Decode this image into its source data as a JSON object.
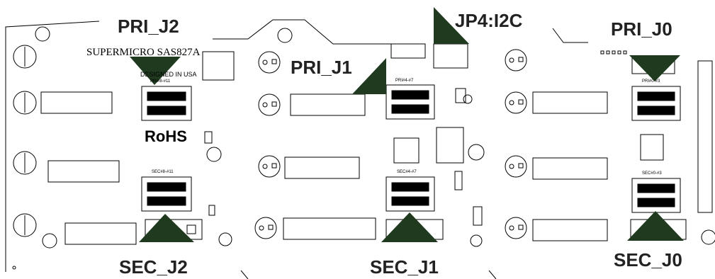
{
  "board": {
    "brand": "SUPERMICRO SAS827A",
    "design_note": "DESIGNED IN USA",
    "rohs_mark": "RoHS"
  },
  "callouts": {
    "pri_j2": "PRI_J2",
    "pri_j1": "PRI_J1",
    "pri_j0": "PRI_J0",
    "jp4_i2c": "JP4:I2C",
    "sec_j2": "SEC_J2",
    "sec_j1": "SEC_J1",
    "sec_j0": "SEC_J0"
  },
  "silkscreen": {
    "pri_j2_ref": "PRI#8-#11",
    "pri_j1_ref": "PRI#4-#7",
    "pri_j0_ref": "PRI#0-#3",
    "sec_j2_ref": "SEC#8-#11",
    "sec_j1_ref": "SEC#4-#7",
    "sec_j0_ref": "SEC#0-#3"
  },
  "colors": {
    "arrow": "#1f3a1f",
    "line": "#000000"
  }
}
